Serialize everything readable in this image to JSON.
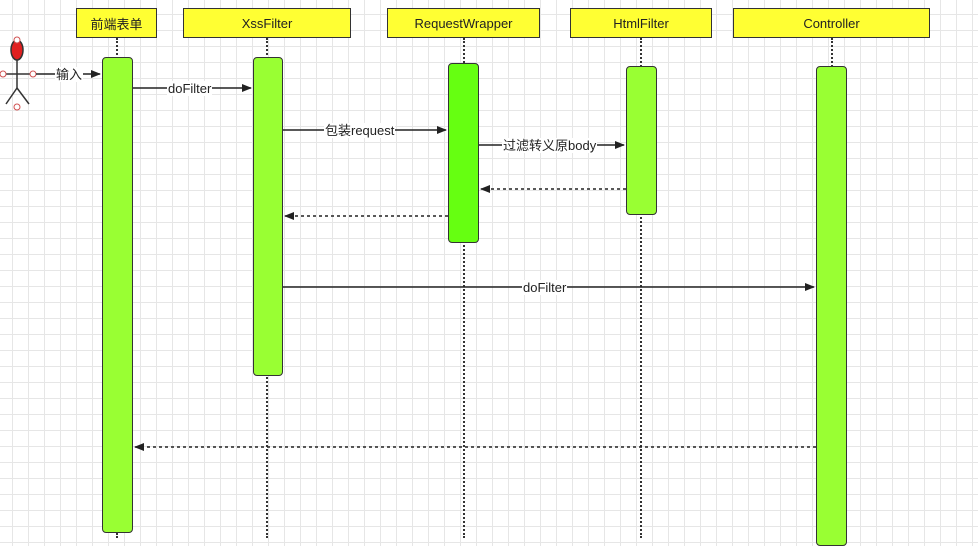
{
  "lifelines": [
    {
      "label": "前端表单"
    },
    {
      "label": "XssFilter"
    },
    {
      "label": "RequestWrapper"
    },
    {
      "label": "HtmlFilter"
    },
    {
      "label": "Controller"
    }
  ],
  "messages": {
    "input": "输入",
    "do_filter_1": "doFilter",
    "wrap_request": "包装request",
    "filter_body": "过滤转义原body",
    "do_filter_2": "doFilter"
  },
  "colors": {
    "header_fill": "#ffff33",
    "activation_fill": "#99ff33",
    "activation_fill_dark": "#66ff11",
    "actor_head": "#e02020"
  }
}
